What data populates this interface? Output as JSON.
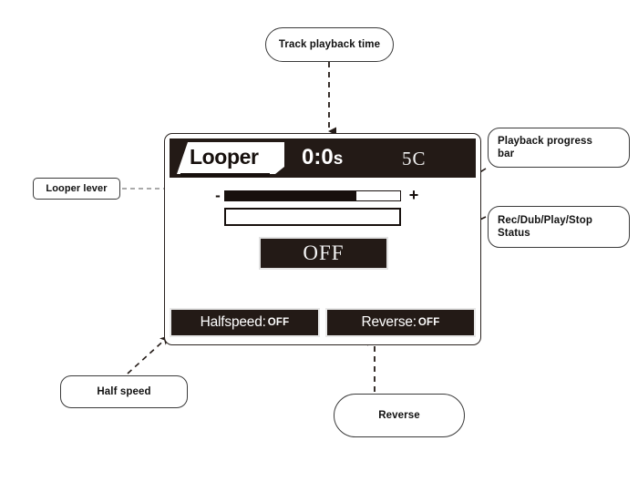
{
  "device": {
    "header": {
      "tab_label": "Looper",
      "track_time": "0:0",
      "track_time_unit": "s",
      "channel": "5C"
    },
    "lever": {
      "minus_label": "-",
      "plus_label": "+",
      "fill_percent": 75
    },
    "progress": {
      "fill_percent": 0
    },
    "status": {
      "value": "OFF"
    },
    "buttons": [
      {
        "label": "Halfspeed:",
        "value": "OFF"
      },
      {
        "label": "Reverse:",
        "value": "OFF"
      }
    ]
  },
  "annotations": {
    "track_time": "Track playback time",
    "progress_bar": "Playback progress\nbar",
    "status": "Rec/Dub/Play/Stop\nStatus",
    "looper_lever": "Looper lever",
    "half_speed": "Half speed",
    "reverse": "Reverse"
  },
  "colors": {
    "screen_dark": "#231a16",
    "ink": "#17100d",
    "callout_border": "#3a3a3a",
    "page_background": "#ffffff"
  }
}
